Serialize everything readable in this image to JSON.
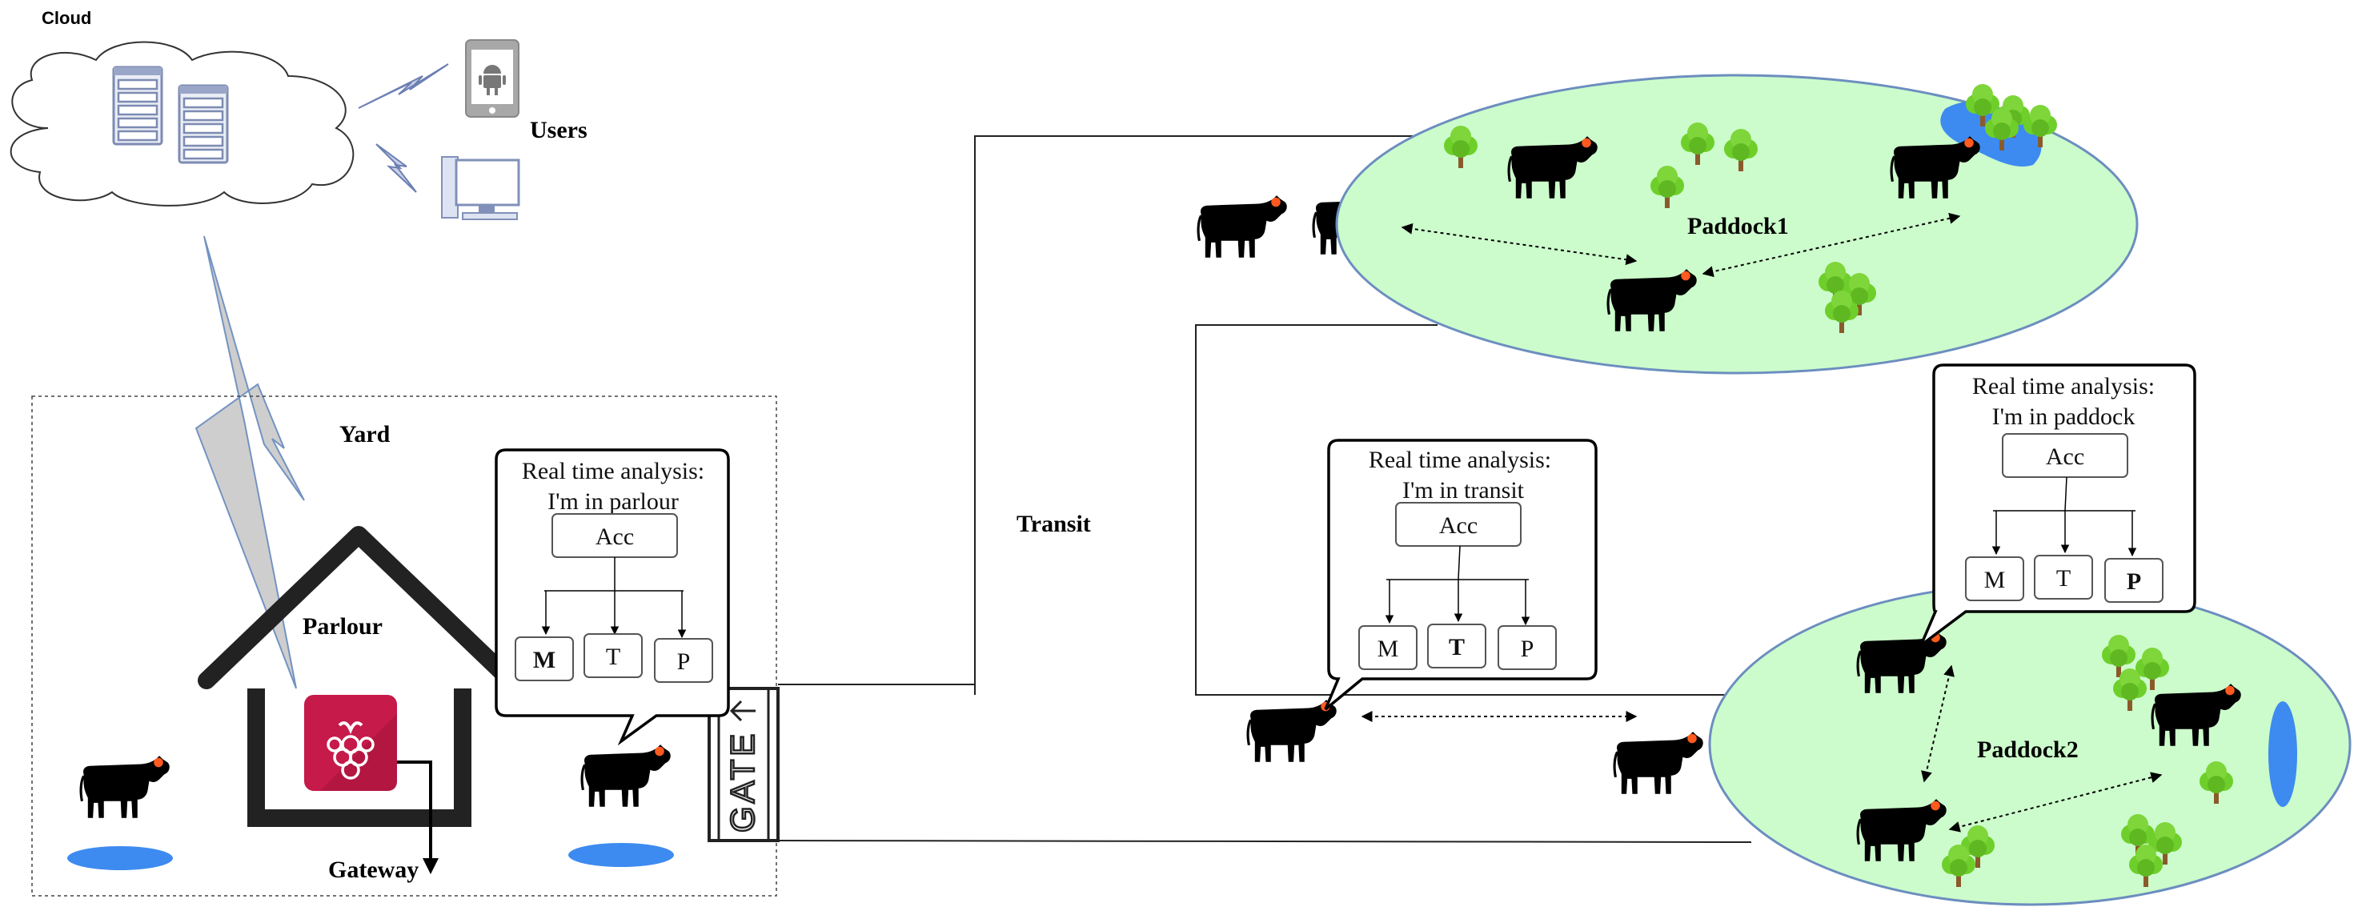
{
  "labels": {
    "cloud": "Cloud",
    "users": "Users",
    "yard": "Yard",
    "parlour": "Parlour",
    "gateway": "Gateway",
    "transit": "Transit",
    "paddock1": "Paddock1",
    "paddock2": "Paddock2",
    "gate": "GATE"
  },
  "bubbles": {
    "parlour": {
      "title": "Real time analysis:",
      "subtitle": "I'm in parlour",
      "root": "Acc",
      "leaves": [
        "M",
        "T",
        "P"
      ],
      "highlight": "M"
    },
    "transit": {
      "title": "Real time analysis:",
      "subtitle": "I'm in transit",
      "root": "Acc",
      "leaves": [
        "M",
        "T",
        "P"
      ],
      "highlight": "T"
    },
    "paddock": {
      "title": "Real time analysis:",
      "subtitle": "I'm in paddock",
      "root": "Acc",
      "leaves": [
        "M",
        "T",
        "P"
      ],
      "highlight": "P"
    }
  },
  "colors": {
    "highlight": "#e02020",
    "paddock_fill": "#ccfccc",
    "paddock_stroke": "#6c8ebf",
    "water": "#3d8bf0",
    "tree": "#6fcf2a",
    "raspberry": "#c51a4a",
    "lightning": "#cccccc",
    "cow": "#000000",
    "tag": "#ff5a1f"
  },
  "icons": [
    "cloud-icon",
    "server-icon",
    "smartphone-icon",
    "desktop-icon",
    "lightning-icon",
    "house-icon",
    "raspberry-pi-icon",
    "cow-icon",
    "tree-icon",
    "water-icon",
    "gate-icon"
  ]
}
